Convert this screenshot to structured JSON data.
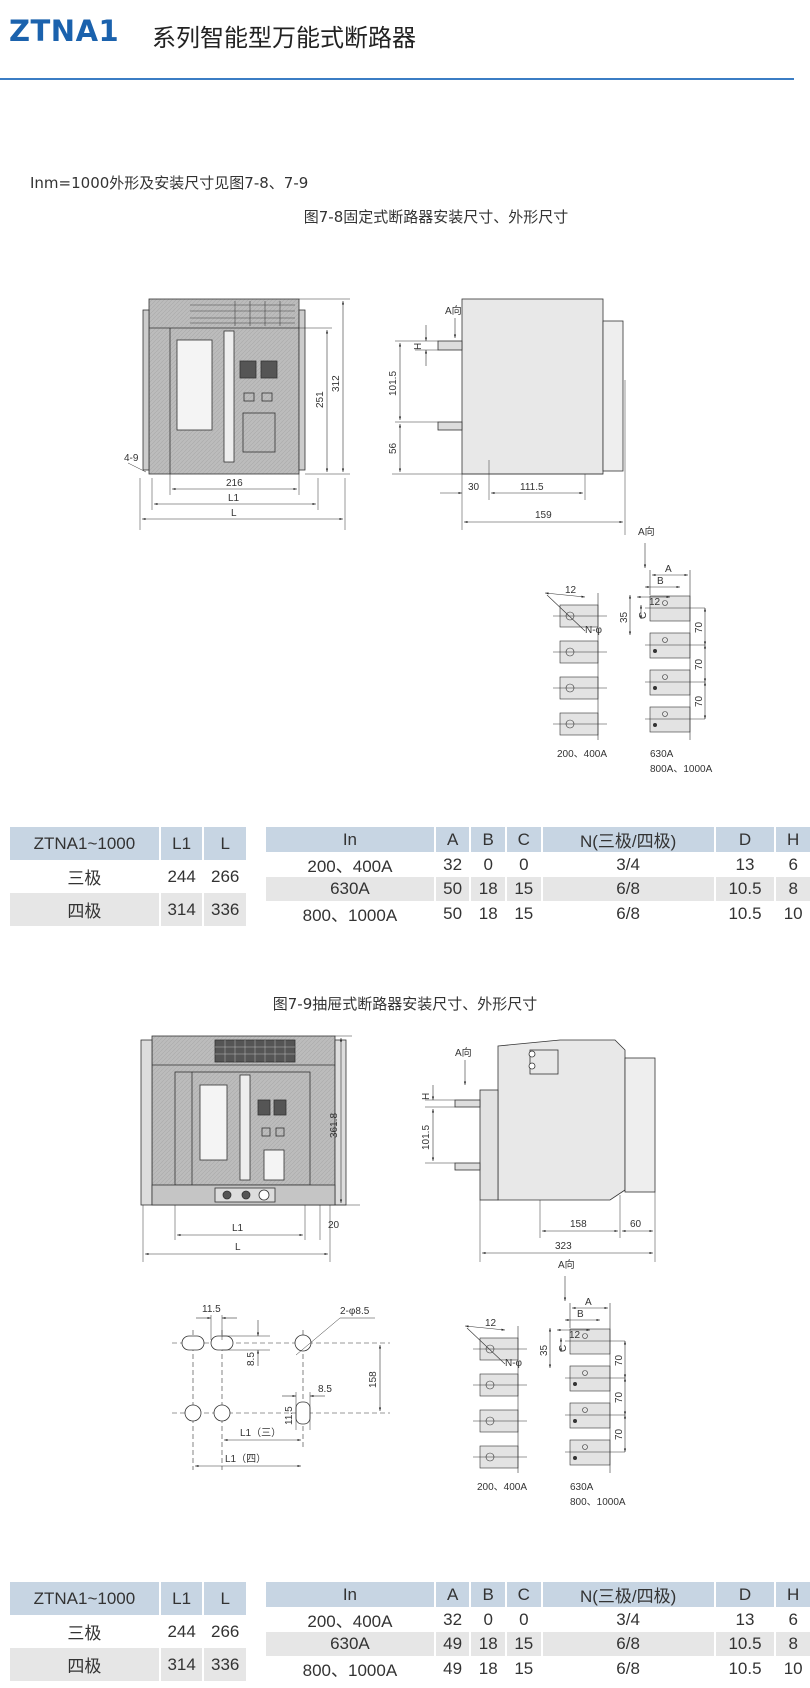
{
  "header": {
    "brand": "ZTNA1",
    "title": "系列智能型万能式断路器",
    "accent": "#1b62ad"
  },
  "intro": "Inm=1000外形及安装尺寸见图7-8、7-9",
  "fig78": {
    "caption": "图7-8固定式断路器安装尺寸、外形尺寸",
    "front": {
      "d312": "312",
      "d251": "251",
      "d216": "216",
      "L1": "L1",
      "L": "L",
      "d49": "4-9"
    },
    "side": {
      "dir": "A向",
      "H": "H",
      "d101": "101.5",
      "d56": "56",
      "d30": "30",
      "d111": "111.5",
      "d159": "159"
    },
    "bus": {
      "dir": "A向",
      "A": "A",
      "B": "B",
      "C": "C",
      "d12a": "12",
      "d12b": "12",
      "d35": "35",
      "n": "N-φ",
      "d70": "70",
      "label1": "200、400A",
      "label2": "630A",
      "label3": "800A、1000A"
    }
  },
  "fig79": {
    "caption": "图7-9抽屉式断路器安装尺寸、外形尺寸",
    "front": {
      "d361": "361.8",
      "d20": "20",
      "L1": "L1",
      "L": "L"
    },
    "side": {
      "dir": "A向",
      "H": "H",
      "d101": "101.5",
      "d158": "158",
      "d60": "60",
      "d323": "323"
    },
    "holes": {
      "d115a": "11.5",
      "d85a": "8.5",
      "holes": "2-φ8.5",
      "d85b": "8.5",
      "d115b": "11.5",
      "d158": "158",
      "L1_3": "L1（三）",
      "L1_4": "L1（四）"
    },
    "bus": {
      "dir": "A向",
      "A": "A",
      "B": "B",
      "C": "C",
      "d12a": "12",
      "d12b": "12",
      "d35": "35",
      "n": "N-φ",
      "d70": "70",
      "label1": "200、400A",
      "label2": "630A",
      "label3": "800、1000A"
    }
  },
  "table1": {
    "left": {
      "headers": [
        "ZTNA1~1000",
        "L1",
        "L"
      ],
      "rows": [
        [
          "三极",
          "244",
          "266"
        ],
        [
          "四极",
          "314",
          "336"
        ]
      ]
    },
    "right": {
      "headers": [
        "In",
        "A",
        "B",
        "C",
        "N(三极/四极)",
        "D",
        "H"
      ],
      "rows": [
        [
          "200、400A",
          "32",
          "0",
          "0",
          "3/4",
          "13",
          "6"
        ],
        [
          "630A",
          "50",
          "18",
          "15",
          "6/8",
          "10.5",
          "8"
        ],
        [
          "800、1000A",
          "50",
          "18",
          "15",
          "6/8",
          "10.5",
          "10"
        ]
      ]
    }
  },
  "table2": {
    "left": {
      "headers": [
        "ZTNA1~1000",
        "L1",
        "L"
      ],
      "rows": [
        [
          "三极",
          "244",
          "266"
        ],
        [
          "四极",
          "314",
          "336"
        ]
      ]
    },
    "right": {
      "headers": [
        "In",
        "A",
        "B",
        "C",
        "N(三极/四极)",
        "D",
        "H"
      ],
      "rows": [
        [
          "200、400A",
          "32",
          "0",
          "0",
          "3/4",
          "13",
          "6"
        ],
        [
          "630A",
          "49",
          "18",
          "15",
          "6/8",
          "10.5",
          "8"
        ],
        [
          "800、1000A",
          "49",
          "18",
          "15",
          "6/8",
          "10.5",
          "10"
        ]
      ]
    }
  }
}
